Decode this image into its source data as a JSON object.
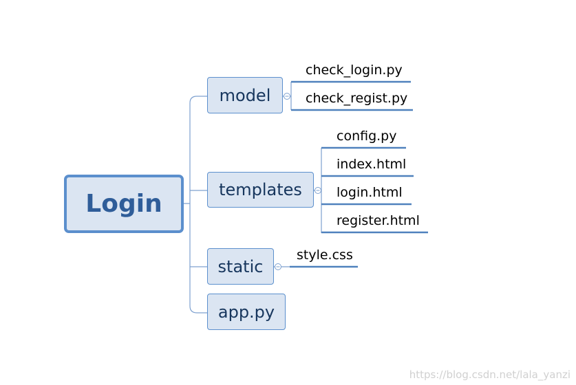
{
  "root": {
    "label": "Login"
  },
  "branches": [
    {
      "label": "model",
      "children": [
        "check_login.py",
        "check_regist.py"
      ]
    },
    {
      "label": "templates",
      "children": [
        "config.py",
        "index.html",
        "login.html",
        "register.html"
      ]
    },
    {
      "label": "static",
      "children": [
        "style.css"
      ]
    },
    {
      "label": "app.py",
      "children": []
    }
  ],
  "watermark": "https://blog.csdn.net/lala_yanzi",
  "colors": {
    "node_fill": "#dbe5f2",
    "node_border": "#5b8fcd",
    "connector": "#7da0cf",
    "underline": "#4f81bd"
  }
}
